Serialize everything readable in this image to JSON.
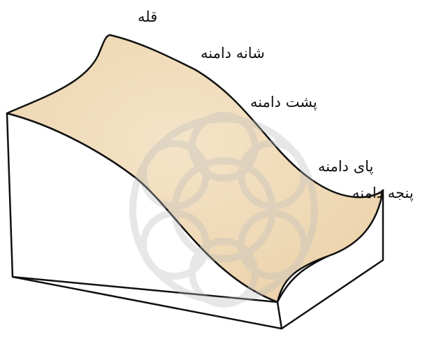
{
  "diagram": {
    "labels": {
      "summit": "قله",
      "shoulder": "شانه دامنه",
      "backslope": "پشت دامنه",
      "footslope": "پای دامنه",
      "toeslope": "پنجه دامنه"
    },
    "colors": {
      "surface": "#ecd2aa",
      "surface_light": "#f4e4c8",
      "side_faces": "#ffffff",
      "outline": "#111111",
      "watermark": "#bdbdbd"
    }
  }
}
